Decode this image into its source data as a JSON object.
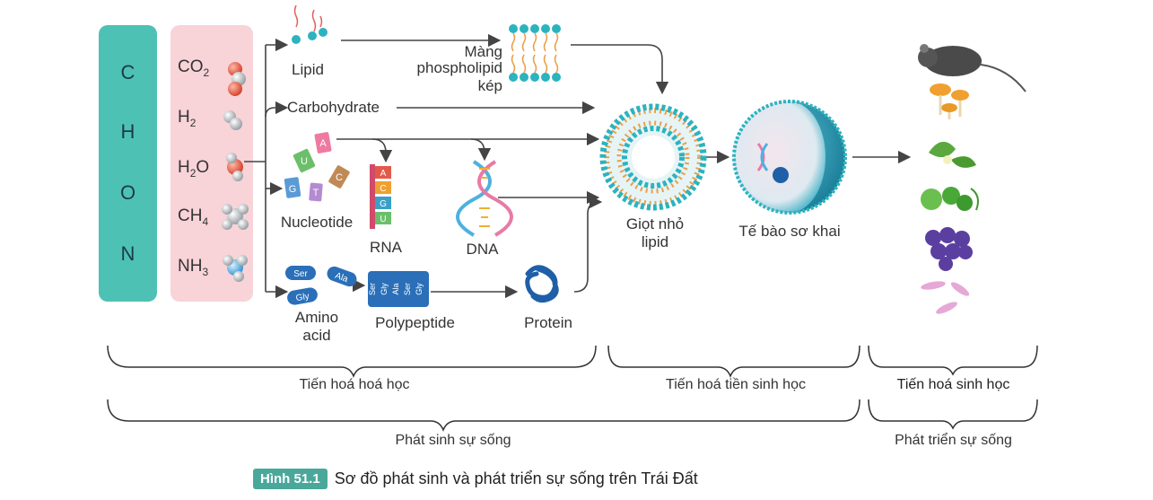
{
  "elements": [
    "C",
    "H",
    "O",
    "N"
  ],
  "molecules": [
    {
      "base": "CO",
      "sub": "2"
    },
    {
      "base": "H",
      "sub": "2"
    },
    {
      "base": "H",
      "sub": "2",
      "tail": "O"
    },
    {
      "base": "CH",
      "sub": "4"
    },
    {
      "base": "NH",
      "sub": "3"
    }
  ],
  "labels": {
    "lipid": "Lipid",
    "membrane_1": "Màng",
    "membrane_2": "phospholipid",
    "membrane_3": "kép",
    "carbohydrate": "Carbohydrate",
    "nucleotide": "Nucleotide",
    "rna": "RNA",
    "dna": "DNA",
    "droplet_1": "Giọt nhỏ",
    "droplet_2": "lipid",
    "protocell": "Tế bào sơ khai",
    "amino_1": "Amino",
    "amino_2": "acid",
    "polypeptide": "Polypeptide",
    "protein": "Protein"
  },
  "nucleotide_letters": [
    "A",
    "U",
    "C",
    "G",
    "T"
  ],
  "rna_letters": [
    "A",
    "C",
    "G",
    "U"
  ],
  "amino_tags": [
    "Ser",
    "Ala",
    "Gly"
  ],
  "polypeptide_tags": [
    "Ser",
    "Gly",
    "Ala",
    "Ser",
    "Gly"
  ],
  "stages": {
    "chemical": "Tiến hoá hoá học",
    "prebiotic": "Tiến hoá tiền sinh học",
    "biological": "Tiến hoá sinh học",
    "origin": "Phát sinh sự sống",
    "development": "Phát triển sự sống"
  },
  "caption": {
    "tag": "Hình 51.1",
    "text": "Sơ đồ phát sinh và phát triển sự sống trên Trái Đất"
  },
  "colors": {
    "teal": "#4ec1b5",
    "pink": "#f8d3d8",
    "caption_tag": "#4aa89b",
    "arrow": "#444444"
  }
}
